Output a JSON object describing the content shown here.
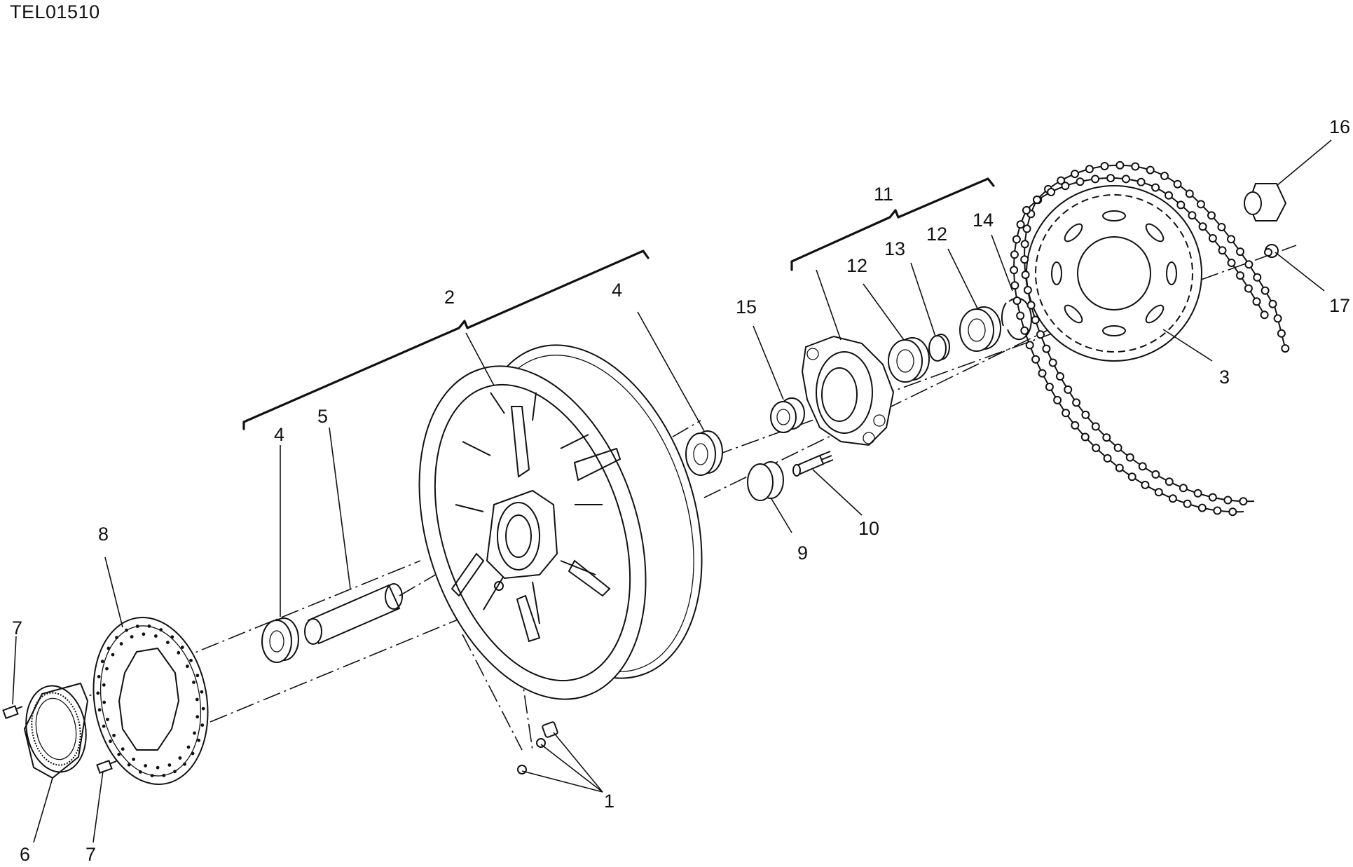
{
  "document_code": "TEL01510",
  "callouts": {
    "c1": "1",
    "c2": "2",
    "c3": "3",
    "c4a": "4",
    "c4b": "4",
    "c5": "5",
    "c6": "6",
    "c7a": "7",
    "c7b": "7",
    "c8": "8",
    "c9": "9",
    "c10": "10",
    "c11": "11",
    "c12a": "12",
    "c12b": "12",
    "c13": "13",
    "c14": "14",
    "c15": "15",
    "c16": "16",
    "c17": "17"
  }
}
